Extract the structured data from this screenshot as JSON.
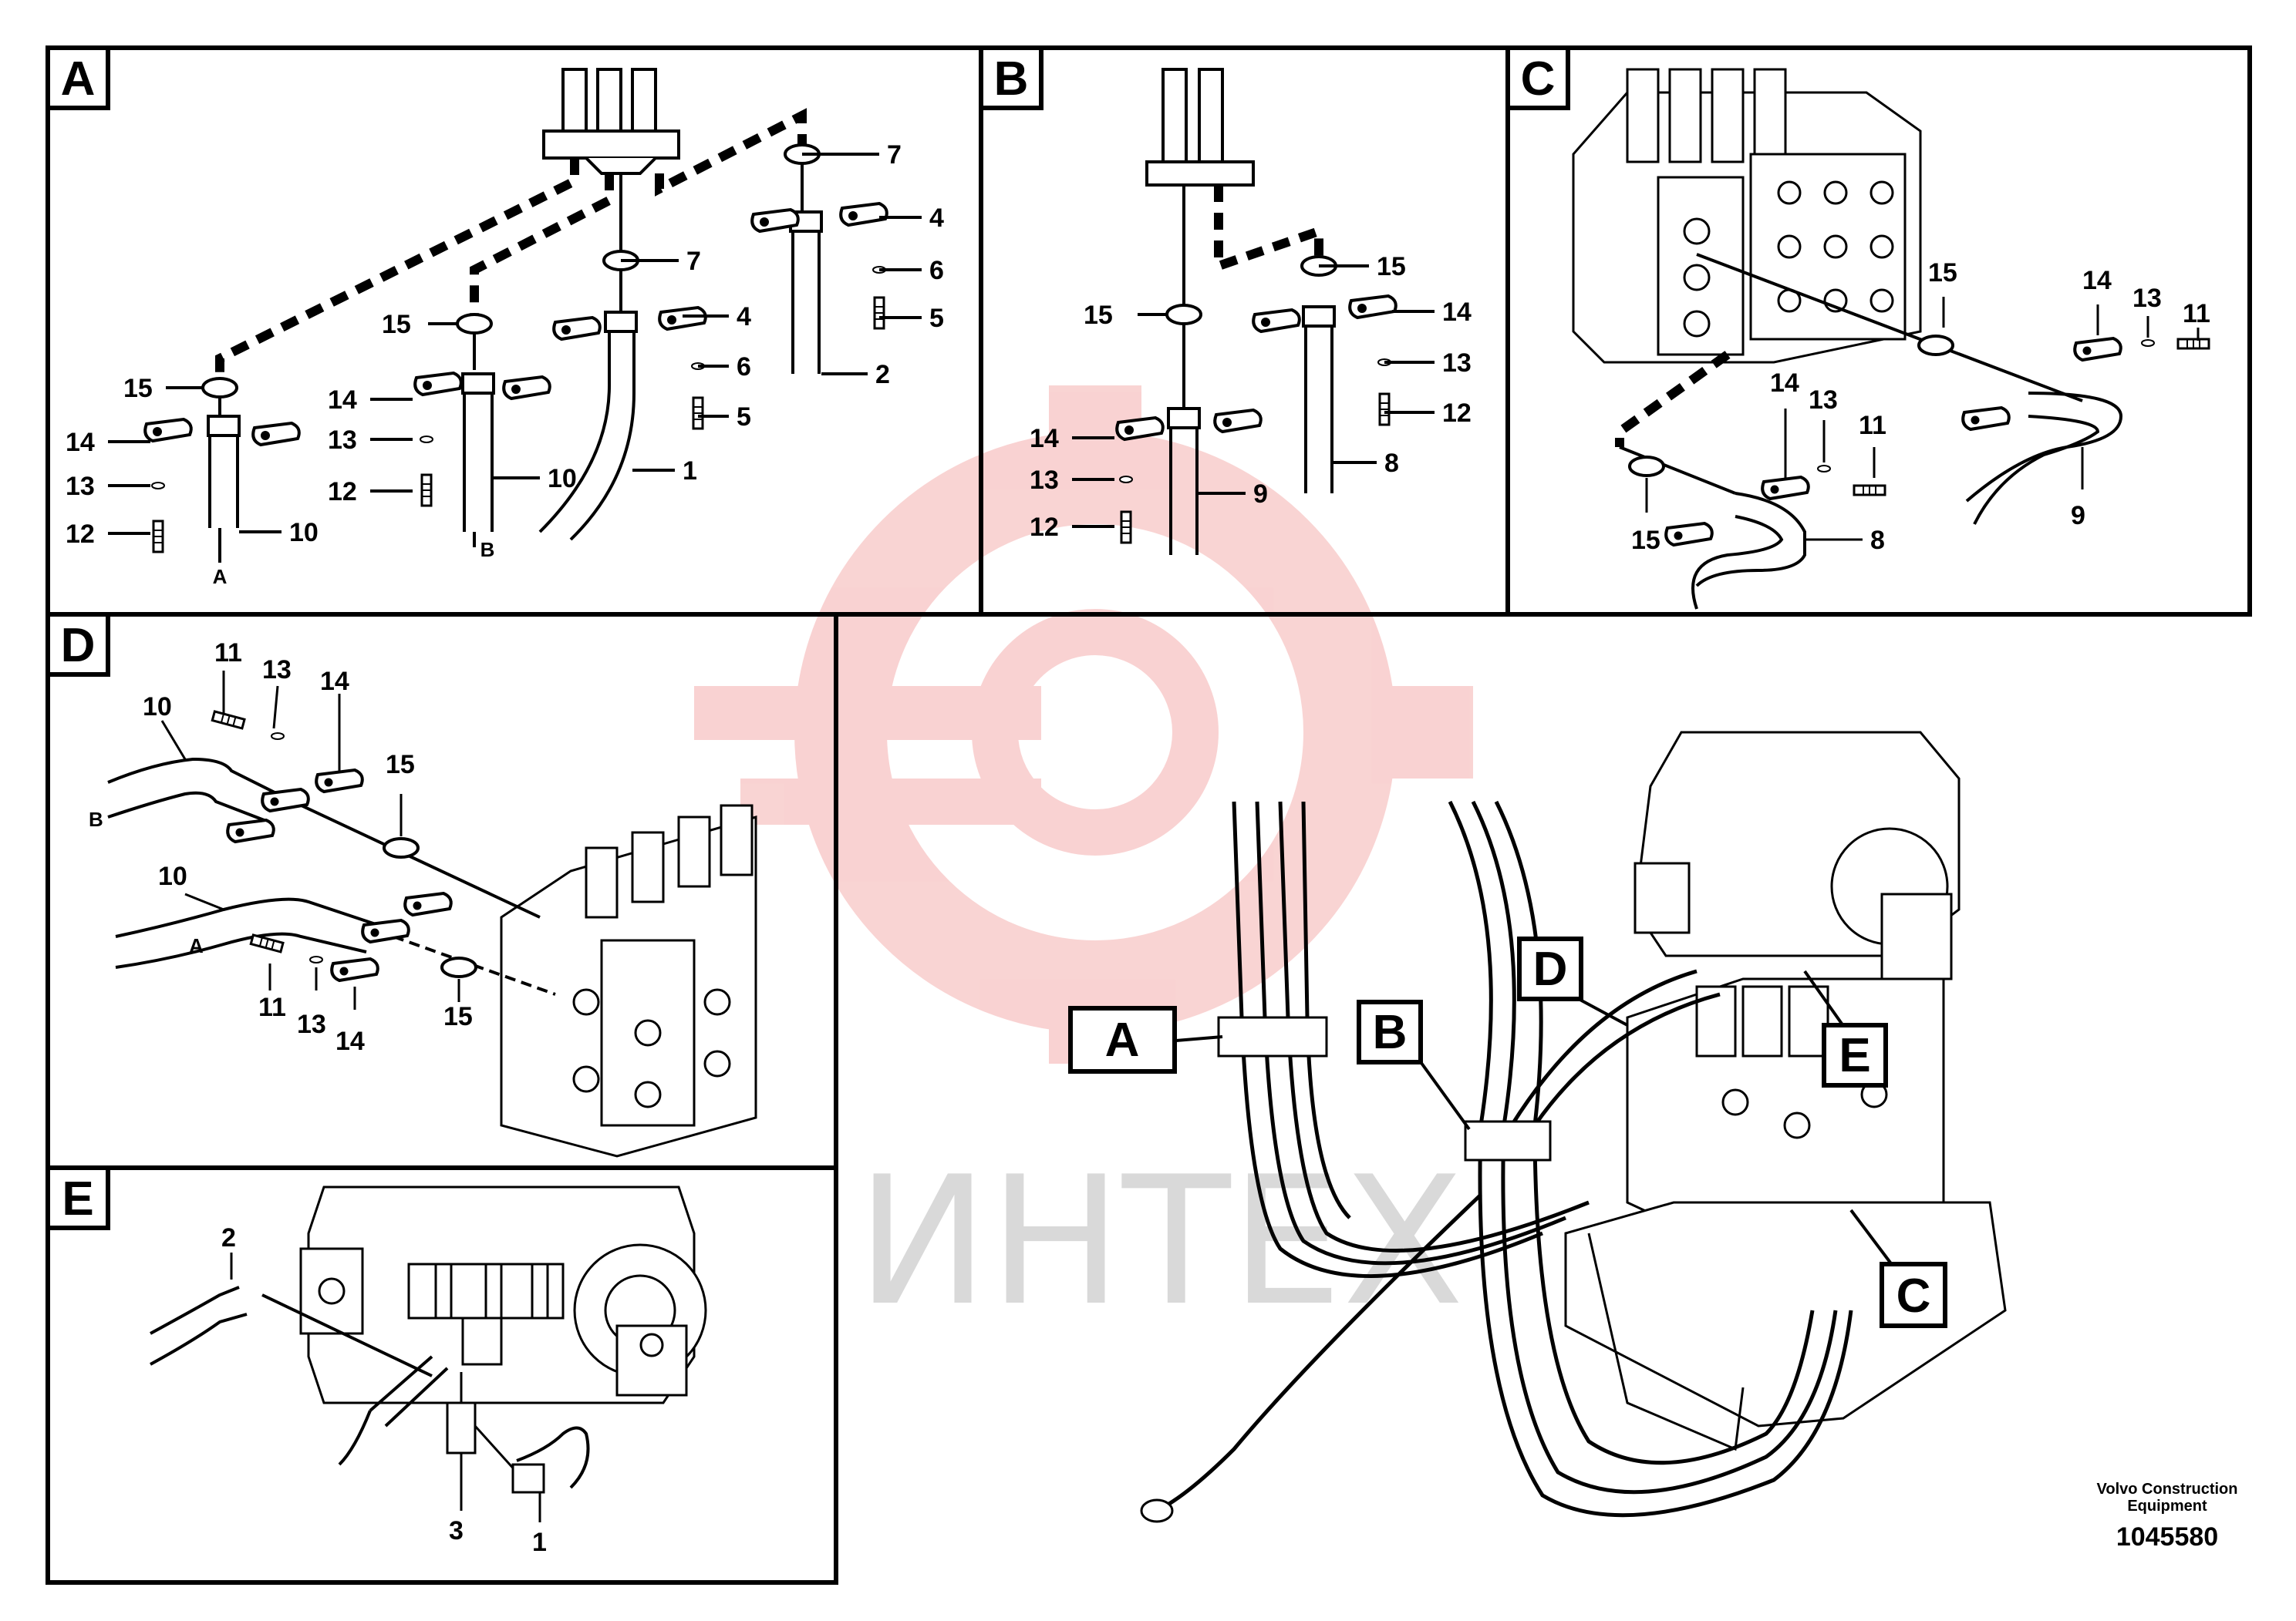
{
  "panels": {
    "A": {
      "tag": "A",
      "callouts": [
        {
          "text": "7"
        },
        {
          "text": "7"
        },
        {
          "text": "4"
        },
        {
          "text": "6"
        },
        {
          "text": "5"
        },
        {
          "text": "4"
        },
        {
          "text": "6"
        },
        {
          "text": "5"
        },
        {
          "text": "2"
        },
        {
          "text": "1"
        },
        {
          "text": "15"
        },
        {
          "text": "15"
        },
        {
          "text": "14"
        },
        {
          "text": "14"
        },
        {
          "text": "13"
        },
        {
          "text": "13"
        },
        {
          "text": "12"
        },
        {
          "text": "12"
        },
        {
          "text": "10"
        },
        {
          "text": "10"
        }
      ],
      "sublabels": [
        {
          "text": "A"
        },
        {
          "text": "B"
        }
      ]
    },
    "B": {
      "tag": "B",
      "callouts": [
        {
          "text": "15"
        },
        {
          "text": "15"
        },
        {
          "text": "14"
        },
        {
          "text": "13"
        },
        {
          "text": "12"
        },
        {
          "text": "8"
        },
        {
          "text": "14"
        },
        {
          "text": "13"
        },
        {
          "text": "12"
        },
        {
          "text": "9"
        }
      ]
    },
    "C": {
      "tag": "C",
      "callouts": [
        {
          "text": "15"
        },
        {
          "text": "14"
        },
        {
          "text": "13"
        },
        {
          "text": "11"
        },
        {
          "text": "9"
        },
        {
          "text": "14"
        },
        {
          "text": "13"
        },
        {
          "text": "11"
        },
        {
          "text": "15"
        },
        {
          "text": "8"
        }
      ]
    },
    "D": {
      "tag": "D",
      "callouts": [
        {
          "text": "11"
        },
        {
          "text": "13"
        },
        {
          "text": "14"
        },
        {
          "text": "10"
        },
        {
          "text": "15"
        },
        {
          "text": "10"
        },
        {
          "text": "15"
        },
        {
          "text": "11"
        },
        {
          "text": "13"
        },
        {
          "text": "14"
        }
      ],
      "sublabels": [
        {
          "text": "B"
        },
        {
          "text": "A"
        }
      ]
    },
    "E": {
      "tag": "E",
      "callouts": [
        {
          "text": "2"
        },
        {
          "text": "3"
        },
        {
          "text": "1"
        }
      ]
    }
  },
  "overview_tags": [
    {
      "text": "A"
    },
    {
      "text": "B"
    },
    {
      "text": "D"
    },
    {
      "text": "E"
    },
    {
      "text": "C"
    }
  ],
  "watermark": "ИНТЕХ",
  "footer": {
    "company_line1": "Volvo Construction",
    "company_line2": "Equipment",
    "drawing_number": "1045580"
  }
}
